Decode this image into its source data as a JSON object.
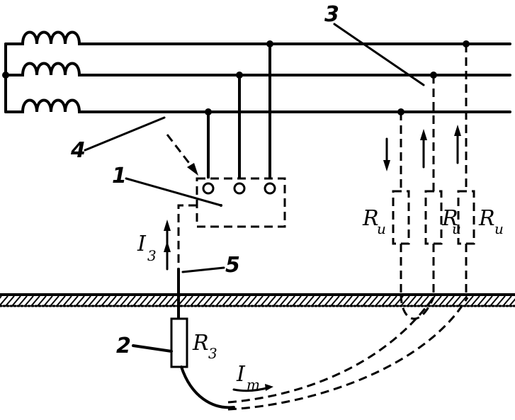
{
  "callouts": {
    "consumer": "1",
    "ground_electrode": "2",
    "insulation_leak": "3",
    "network": "4",
    "ground_conductor": "5"
  },
  "labels": {
    "ground_current_main": "I",
    "ground_current_sub": "3",
    "ground_resistance_main": "R",
    "ground_resistance_sub": "3",
    "return_current_main": "I",
    "return_current_sub": "т",
    "insulation_resistances": [
      "R",
      "R",
      "R"
    ],
    "insulation_resistance_subs": [
      "u",
      "u",
      "u"
    ]
  }
}
